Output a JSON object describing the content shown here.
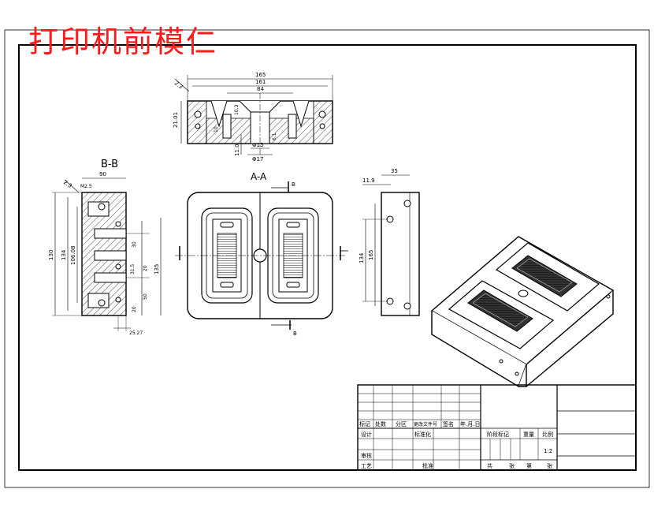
{
  "title": "打印机前模仁",
  "views": {
    "bb_label": "B-B",
    "aa_label": "A-A",
    "section_mark": "B"
  },
  "top_view_dims": {
    "overall": "165",
    "inner": "161",
    "center": "84",
    "angle": "2.3",
    "height": "21.01",
    "depth": "11.0",
    "small1": "10.3",
    "small2": "6.1",
    "small3": "10",
    "hole1": "Φ15",
    "hole2": "Φ17"
  },
  "bb_view_dims": {
    "width": "90",
    "chamfer": "2.3",
    "note": "M2.5",
    "h1": "130",
    "h2": "134",
    "h3": "106.08",
    "s1": "30",
    "s2": "20",
    "s3": "31.5",
    "s4": "50",
    "s5": "20",
    "s6": "135",
    "bottom": "25.27"
  },
  "side_view_dims": {
    "width": "35",
    "offset": "11.9",
    "h1": "134",
    "h2": "165"
  },
  "title_block": {
    "row_labels": [
      "标记",
      "处数",
      "分区",
      "更改文件号",
      "签名",
      "年.月.日"
    ],
    "design": "设计",
    "standard": "标准化",
    "review": "审核",
    "process": "工艺",
    "approve": "批准",
    "stage_mark": "阶段标记",
    "weight": "重量",
    "scale": "比例",
    "scale_value": "1:2",
    "sheet_total": "共",
    "sheet_unit": "张",
    "sheet_no": "第",
    "sheet_unit2": "张"
  }
}
